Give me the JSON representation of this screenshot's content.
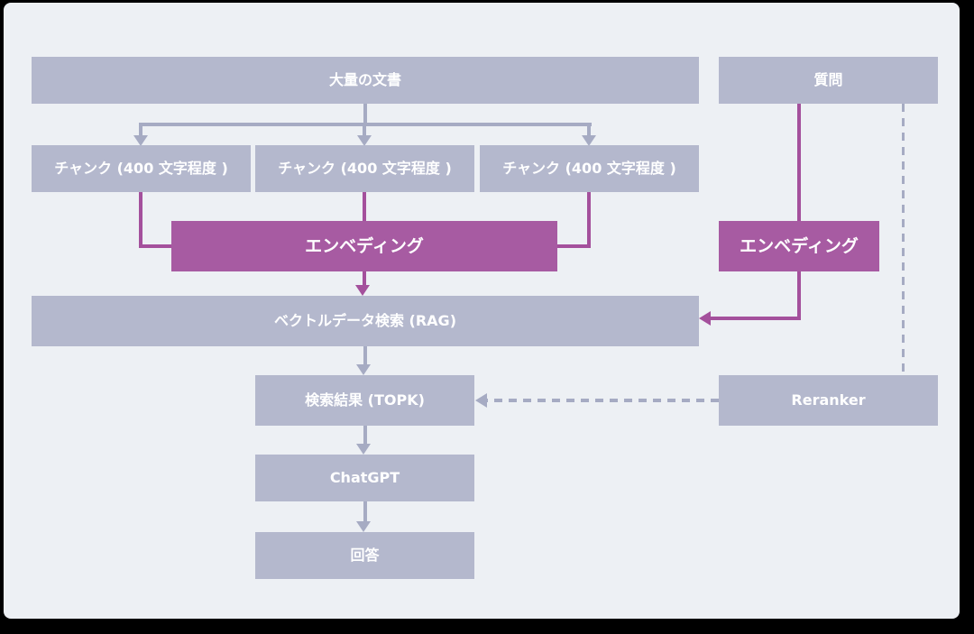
{
  "colors": {
    "background_frame": "#000000",
    "panel": "#edf0f4",
    "node_gray": "#b4b8cd",
    "node_magenta": "#a75ba2",
    "connector_gray": "#a6abc3",
    "connector_magenta": "#a4509c",
    "label_text": "#ffffff"
  },
  "diagram": {
    "nodes": {
      "documents": "大量の文書",
      "question": "質問",
      "chunk_1": "チャンク (400 文字程度 )",
      "chunk_2": "チャンク (400 文字程度 )",
      "chunk_3": "チャンク (400 文字程度 )",
      "embedding_docs": "エンベディング",
      "embedding_query": "エンベディング",
      "vector_search": "ベクトルデータ検索 (RAG)",
      "search_results": "検索結果 (TOPK)",
      "chatgpt": "ChatGPT",
      "answer": "回答",
      "reranker": "Reranker"
    }
  }
}
